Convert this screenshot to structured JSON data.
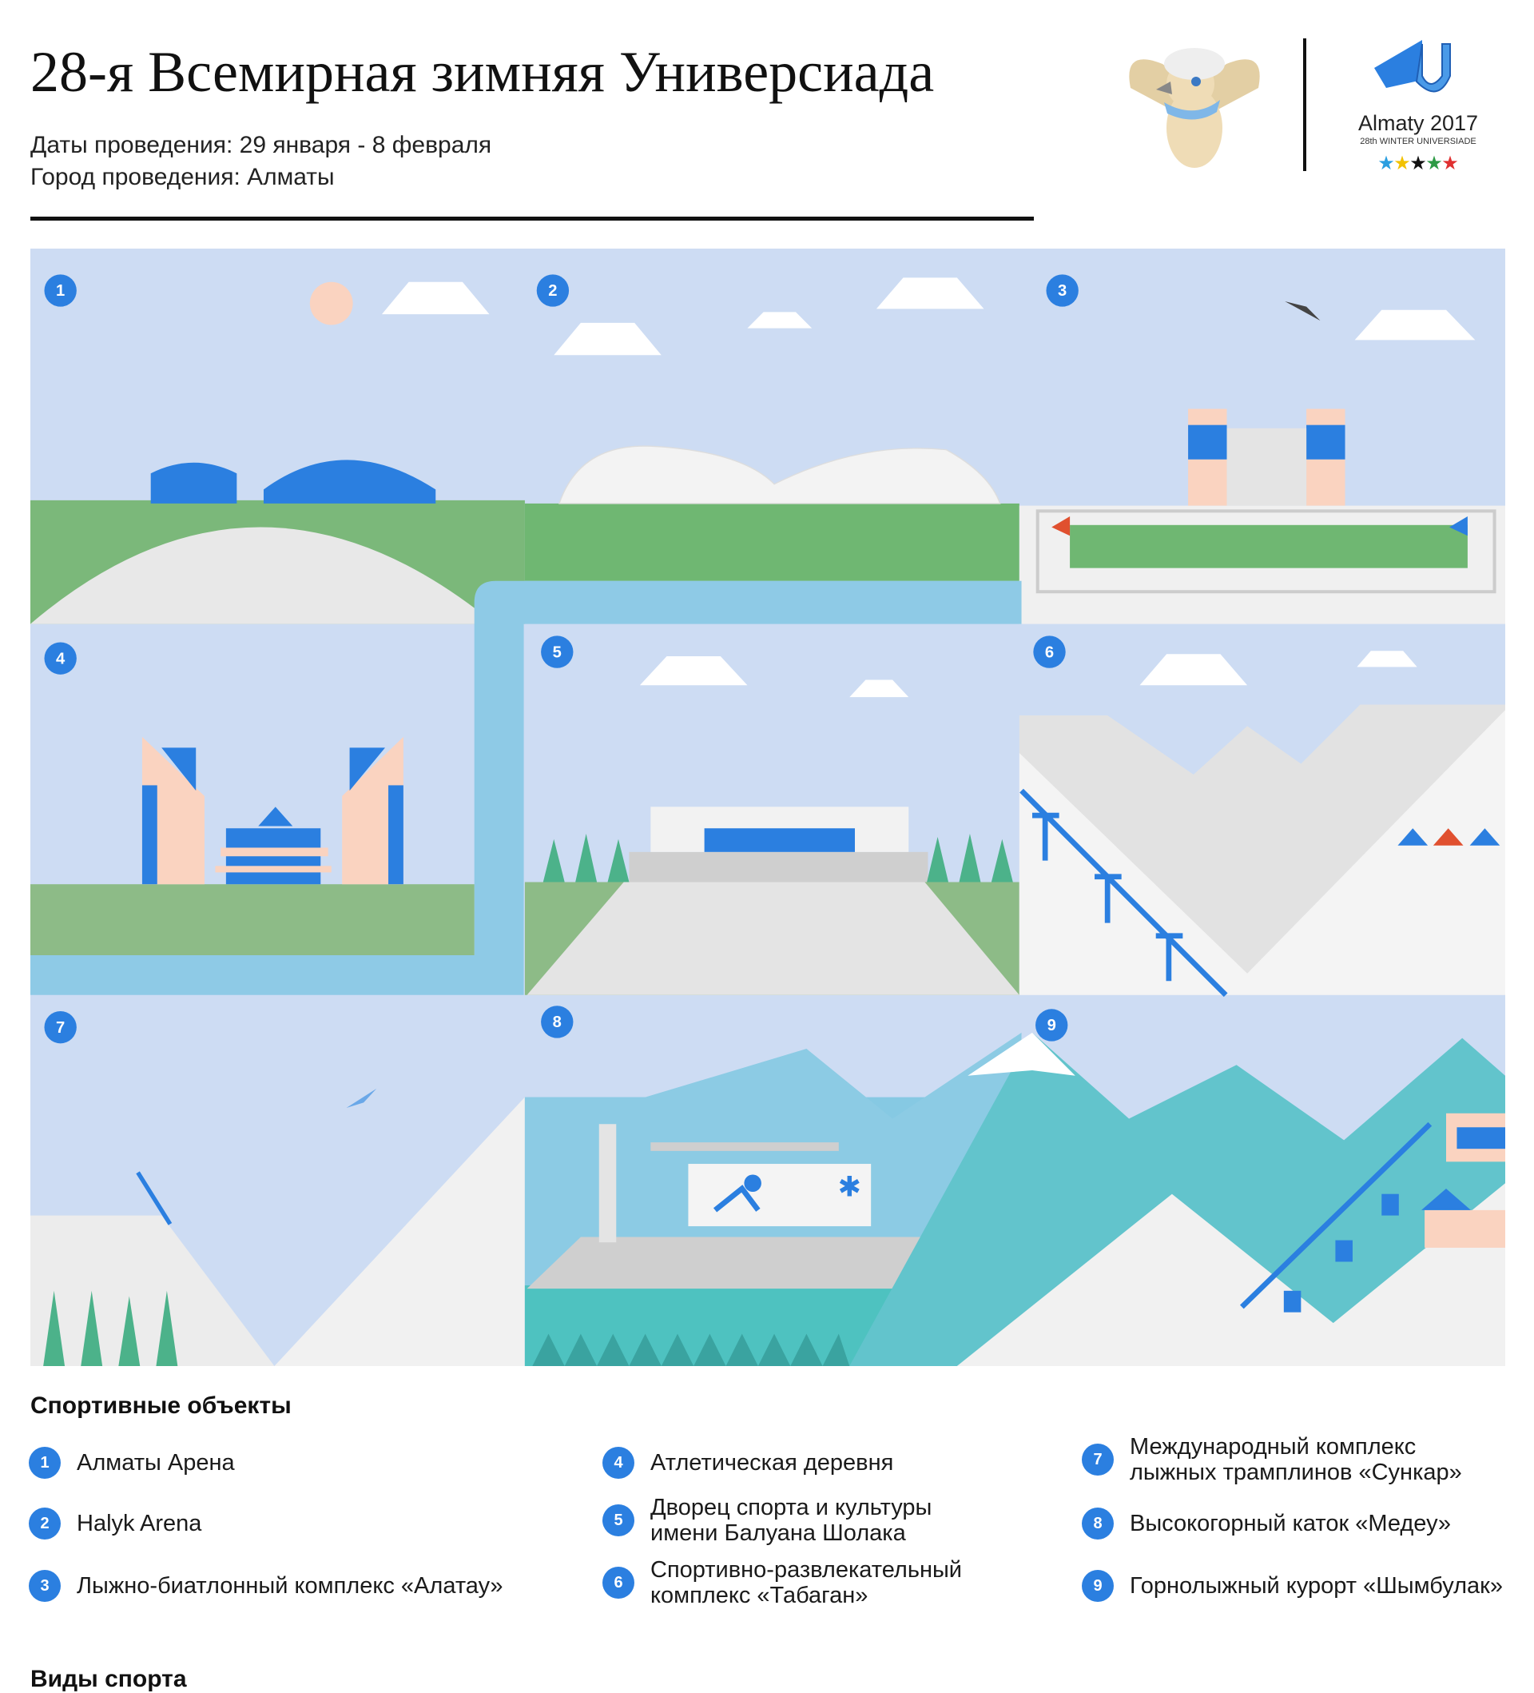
{
  "header": {
    "title": "28-я Всемирная зимняя Универсиада",
    "dates": "Даты проведения: 29 января - 8 февраля",
    "city": "Город проведения: Алматы"
  },
  "logo": {
    "name": "Almaty 2017",
    "subtitle": "28th WINTER UNIVERSIADE"
  },
  "colors": {
    "accent": "#2b7fe0",
    "sky": "#cddcf3",
    "green": "#72b573",
    "river": "#8ecae6",
    "pink": "#f9d3c2"
  },
  "panels": [
    "1",
    "2",
    "3",
    "4",
    "5",
    "6",
    "7",
    "8",
    "9"
  ],
  "venues": {
    "heading": "Спортивные объекты",
    "items": [
      {
        "num": "1",
        "lines": [
          "Алматы Арена"
        ]
      },
      {
        "num": "2",
        "lines": [
          "Halyk Arena"
        ]
      },
      {
        "num": "3",
        "lines": [
          "Лыжно-биатлонный комплекс «Алатау»"
        ]
      },
      {
        "num": "4",
        "lines": [
          "Атлетическая деревня"
        ]
      },
      {
        "num": "5",
        "lines": [
          "Дворец спорта и культуры",
          "имени Балуана Шолака"
        ]
      },
      {
        "num": "6",
        "lines": [
          "Спортивно-развлекательный",
          "комплекс «Табаган»"
        ]
      },
      {
        "num": "7",
        "lines": [
          "Международный комплекс",
          "лыжных трамплинов «Сункар»"
        ]
      },
      {
        "num": "8",
        "lines": [
          "Высокогорный каток «Медеу»"
        ]
      },
      {
        "num": "9",
        "lines": [
          "Горнолыжный курорт «Шымбулак»"
        ]
      }
    ]
  },
  "sports": {
    "heading": "Виды спорта"
  }
}
